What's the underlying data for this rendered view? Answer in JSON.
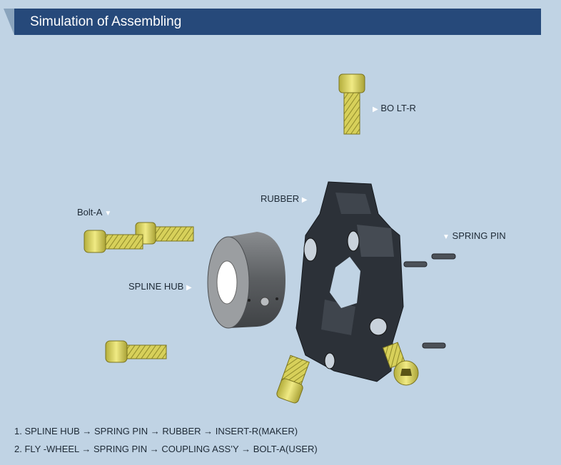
{
  "header": {
    "title": "Simulation of Assembling"
  },
  "labels": {
    "bolt_r": "BO LT-R",
    "rubber": "RUBBER",
    "bolt_a": "Bolt-A",
    "spring_pin": "SPRING PIN",
    "spline_hub": "SPLINE HUB"
  },
  "steps": [
    "1. SPLINE HUB → SPRING PIN →  RUBBER → INSERT-R(MAKER)",
    "2. FLY -WHEEL → SPRING PIN → COUPLING ASS’Y → BOLT-A(USER)"
  ],
  "colors": {
    "header_bg": "#26497a",
    "background": "#c0d3e4",
    "bolt": "#d8d25a",
    "rubber": "#2c3138",
    "hub": "#6a6d70"
  },
  "icons": {
    "pointer_right": "triangle-right-icon",
    "pointer_down": "triangle-down-icon"
  }
}
